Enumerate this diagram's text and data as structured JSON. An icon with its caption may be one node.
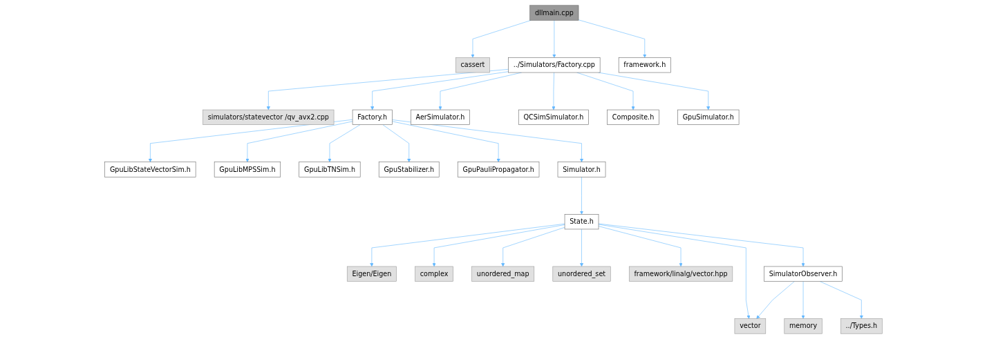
{
  "diagram": {
    "nodes": [
      {
        "text": [
          "dllmain.cpp"
        ]
      },
      {
        "text": [
          "cassert"
        ]
      },
      {
        "text": [
          "../Simulators/Factory.cpp"
        ]
      },
      {
        "text": [
          "framework.h"
        ]
      },
      {
        "text": [
          "simulators/statevector /qv_avx2.cpp"
        ]
      },
      {
        "text": [
          "Factory.h"
        ]
      },
      {
        "text": [
          "AerSimulator.h"
        ]
      },
      {
        "text": [
          "QCSimSimulator.h"
        ]
      },
      {
        "text": [
          "Composite.h"
        ]
      },
      {
        "text": [
          "GpuSimulator.h"
        ]
      },
      {
        "text": [
          "GpuLibStateVectorSim.h"
        ]
      },
      {
        "text": [
          "GpuLibMPSSim.h"
        ]
      },
      {
        "text": [
          "GpuLibTNSim.h"
        ]
      },
      {
        "text": [
          "GpuStabilizer.h"
        ]
      },
      {
        "text": [
          "GpuPauliPropagator.h"
        ]
      },
      {
        "text": [
          "Simulator.h"
        ]
      },
      {
        "text": [
          "State.h"
        ]
      },
      {
        "text": [
          "Eigen/Eigen"
        ]
      },
      {
        "text": [
          "complex"
        ]
      },
      {
        "text": [
          "unordered_map"
        ]
      },
      {
        "text": [
          "unordered_set"
        ]
      },
      {
        "text": [
          "vector"
        ]
      },
      {
        "text": [
          "framework/linalg/vector.hpp"
        ]
      },
      {
        "text": [
          "SimulatorObserver.h"
        ]
      },
      {
        "text": [
          "memory"
        ]
      },
      {
        "text": [
          "../Types.h"
        ]
      }
    ],
    "edges": [
      {
        "from": 0,
        "to": 1,
        "arrow": "to"
      },
      {
        "from": 0,
        "to": 2,
        "arrow": "to"
      },
      {
        "from": 0,
        "to": 3,
        "arrow": "to"
      },
      {
        "from": 2,
        "to": 4,
        "arrow": "to"
      },
      {
        "from": 2,
        "to": 5,
        "arrow": "to"
      },
      {
        "from": 2,
        "to": 6,
        "arrow": "to"
      },
      {
        "from": 2,
        "to": 7,
        "arrow": "to"
      },
      {
        "from": 2,
        "to": 8,
        "arrow": "to"
      },
      {
        "from": 2,
        "to": 9,
        "arrow": "to"
      },
      {
        "from": 5,
        "to": 10,
        "arrow": "to"
      },
      {
        "from": 5,
        "to": 11,
        "arrow": "to"
      },
      {
        "from": 5,
        "to": 12,
        "arrow": "to"
      },
      {
        "from": 5,
        "to": 13,
        "arrow": "to"
      },
      {
        "from": 5,
        "to": 14,
        "arrow": "to"
      },
      {
        "from": 5,
        "to": 15,
        "arrow": "to"
      },
      {
        "from": 15,
        "to": 16,
        "arrow": "to"
      },
      {
        "from": 16,
        "to": 17,
        "arrow": "to"
      },
      {
        "from": 16,
        "to": 18,
        "arrow": "to"
      },
      {
        "from": 16,
        "to": 19,
        "arrow": "to"
      },
      {
        "from": 16,
        "to": 20,
        "arrow": "to"
      },
      {
        "from": 16,
        "to": 21,
        "arrow": "to"
      },
      {
        "from": 16,
        "to": 22,
        "arrow": "to"
      },
      {
        "from": 16,
        "to": 23,
        "arrow": "to"
      },
      {
        "from": 23,
        "to": 21,
        "arrow": "to"
      },
      {
        "from": 23,
        "to": 24,
        "arrow": "to"
      },
      {
        "from": 23,
        "to": 25,
        "arrow": "to"
      }
    ]
  }
}
